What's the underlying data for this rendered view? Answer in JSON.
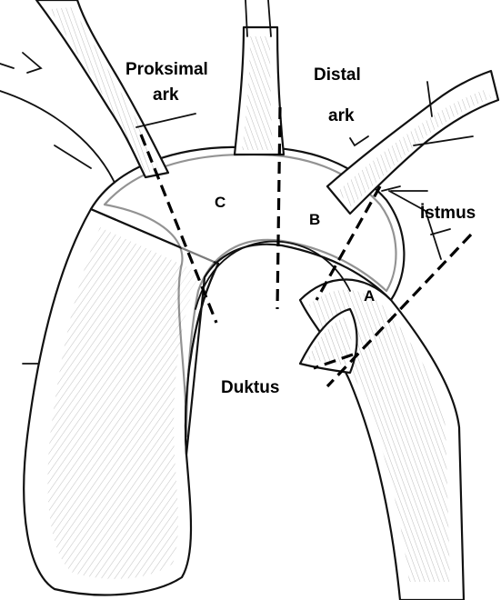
{
  "labels": {
    "proksimal": "Proksimal",
    "proksimal_ark": "ark",
    "distal": "Distal",
    "distal_ark": "ark",
    "istmus": "İstmus",
    "duktus": "Duktus",
    "segment_a": "A",
    "segment_b": "B",
    "segment_c": "C"
  }
}
